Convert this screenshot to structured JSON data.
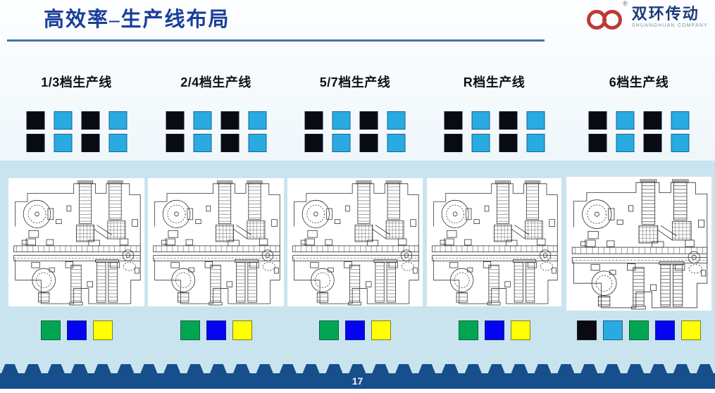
{
  "slide": {
    "title": "高效率–生产线布局",
    "page_number": "17"
  },
  "logo": {
    "registered_mark": "®",
    "name": "双环传动",
    "subtitle": "SHUANGHUAN COMPANY"
  },
  "colors": {
    "title_blue": "#1b3e9b",
    "underline_blue": "#4472a8",
    "logo_red": "#be3a34",
    "logo_navy": "#1b3a7a",
    "bar_blue": "#174e8c",
    "band_blue": "#c9e4ef",
    "black_sq": "#0a0a12",
    "cyan_sq": "#29abe2",
    "green_sq": "#00a651",
    "blue_sq": "#0404f0",
    "yellow_sq": "#ffff00"
  },
  "columns": [
    {
      "label": "1/3档生产线",
      "grid": [
        [
          "black",
          "cyan",
          "black",
          "cyan"
        ],
        [
          "black",
          "cyan",
          "black",
          "cyan"
        ]
      ],
      "legend": [
        "green",
        "blue",
        "yellow"
      ]
    },
    {
      "label": "2/4档生产线",
      "grid": [
        [
          "black",
          "cyan",
          "black",
          "cyan"
        ],
        [
          "black",
          "cyan",
          "black",
          "cyan"
        ]
      ],
      "legend": [
        "green",
        "blue",
        "yellow"
      ]
    },
    {
      "label": "5/7档生产线",
      "grid": [
        [
          "black",
          "cyan",
          "black",
          "cyan"
        ],
        [
          "black",
          "cyan",
          "black",
          "cyan"
        ]
      ],
      "legend": [
        "green",
        "blue",
        "yellow"
      ]
    },
    {
      "label": "R档生产线",
      "grid": [
        [
          "black",
          "cyan",
          "black",
          "cyan"
        ],
        [
          "black",
          "cyan",
          "black",
          "cyan"
        ]
      ],
      "legend": [
        "green",
        "blue",
        "yellow"
      ]
    },
    {
      "label": "6档生产线",
      "grid": [
        [
          "black",
          "cyan",
          "black",
          "cyan"
        ],
        [
          "black",
          "cyan",
          "black",
          "cyan"
        ]
      ],
      "legend": [
        "black",
        "cyan",
        "green",
        "blue",
        "yellow"
      ]
    }
  ]
}
